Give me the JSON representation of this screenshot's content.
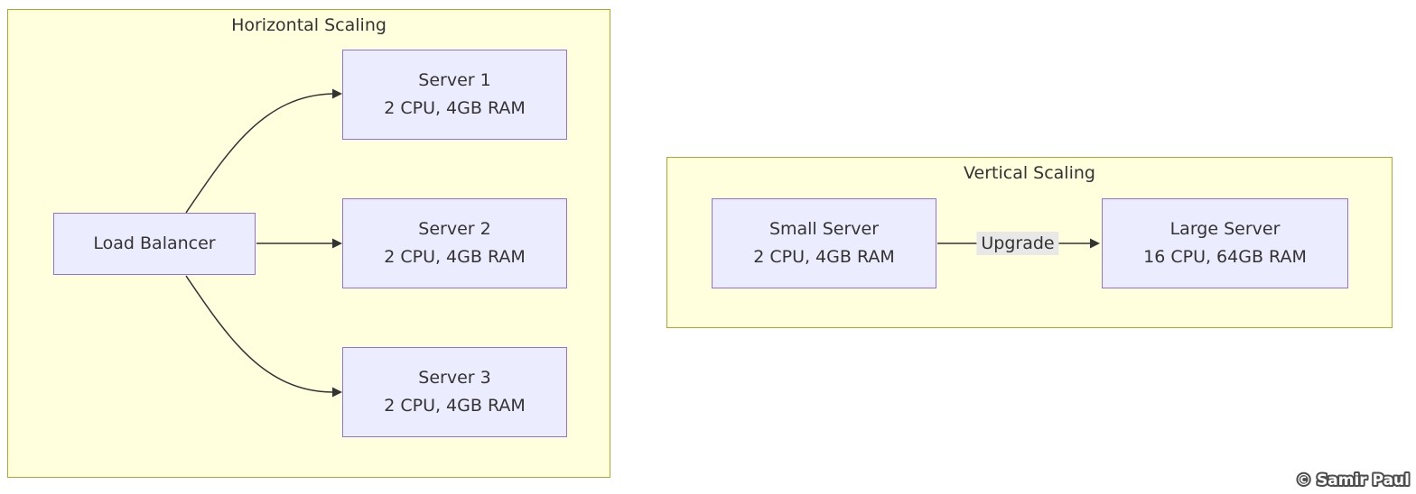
{
  "clusters": {
    "horizontal": {
      "title": "Horizontal Scaling"
    },
    "vertical": {
      "title": "Vertical Scaling"
    }
  },
  "nodes": {
    "load_balancer": {
      "label": "Load Balancer"
    },
    "server1": {
      "title": "Server 1",
      "spec": "2 CPU, 4GB RAM"
    },
    "server2": {
      "title": "Server 2",
      "spec": "2 CPU, 4GB RAM"
    },
    "server3": {
      "title": "Server 3",
      "spec": "2 CPU, 4GB RAM"
    },
    "small_server": {
      "title": "Small Server",
      "spec": "2 CPU, 4GB RAM"
    },
    "large_server": {
      "title": "Large Server",
      "spec": "16 CPU, 64GB RAM"
    }
  },
  "edge_labels": {
    "upgrade": "Upgrade"
  },
  "watermark": {
    "text": "© Samir Paul"
  },
  "colors": {
    "cluster_fill": "#ffffde",
    "cluster_border": "#aaaa33",
    "node_fill": "#ECECFF",
    "node_border": "#9370DB",
    "text": "#333333",
    "edge": "#333333",
    "edge_label_bg": "#e8e8e8",
    "watermark_fill": "#ffffff",
    "watermark_outline": "#4d4d4d"
  }
}
